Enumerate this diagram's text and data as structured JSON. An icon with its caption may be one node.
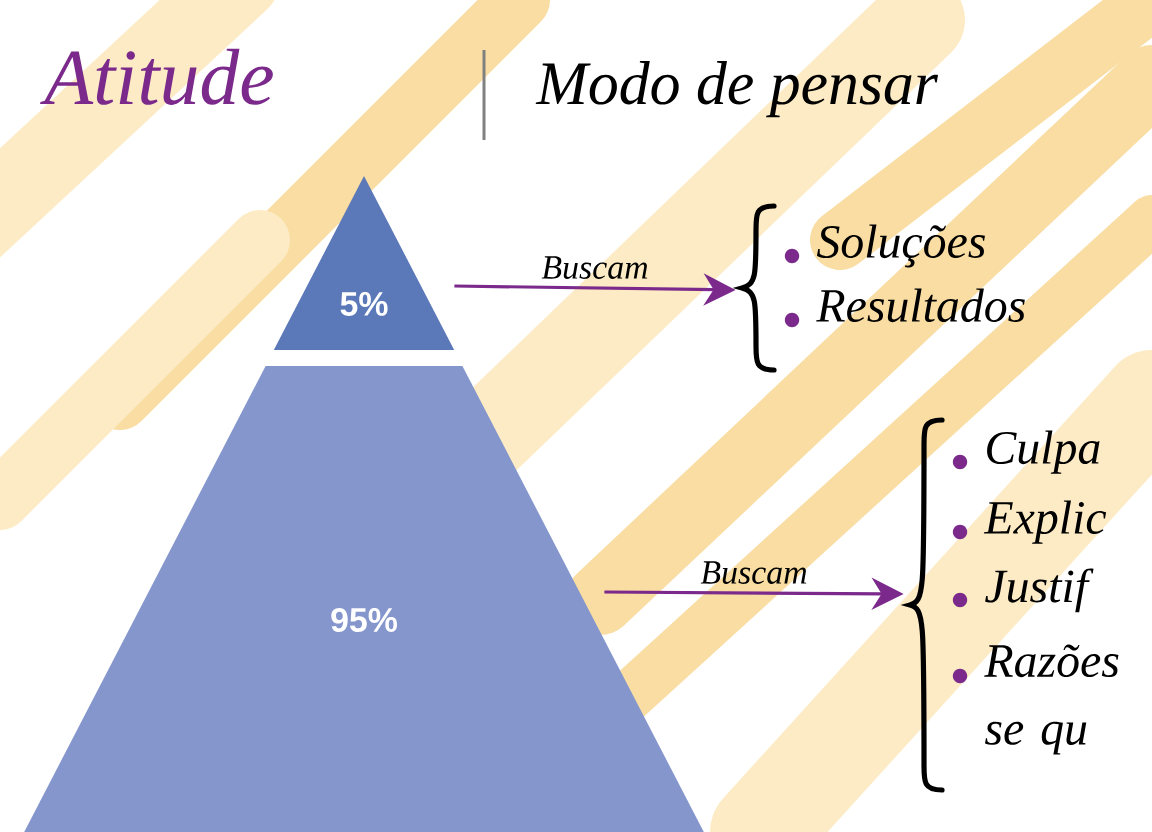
{
  "diagram": {
    "title": "Atitude",
    "nodes": [
      {
        "text": [
          "5%"
        ]
      },
      {
        "text": [
          "95%"
        ]
      },
      {
        "text": [
          "Soluções",
          "Resultados"
        ]
      },
      {
        "text": [
          "Culpa",
          "Explic",
          "Justif",
          "Razões se qu"
        ]
      }
    ],
    "edges": [
      {
        "from": 0,
        "to": 2,
        "arrow": "to",
        "label": "Buscam"
      },
      {
        "from": 1,
        "to": 3,
        "arrow": "to",
        "label": "Buscam"
      }
    ],
    "labels": [
      "Modo de pensar"
    ]
  }
}
